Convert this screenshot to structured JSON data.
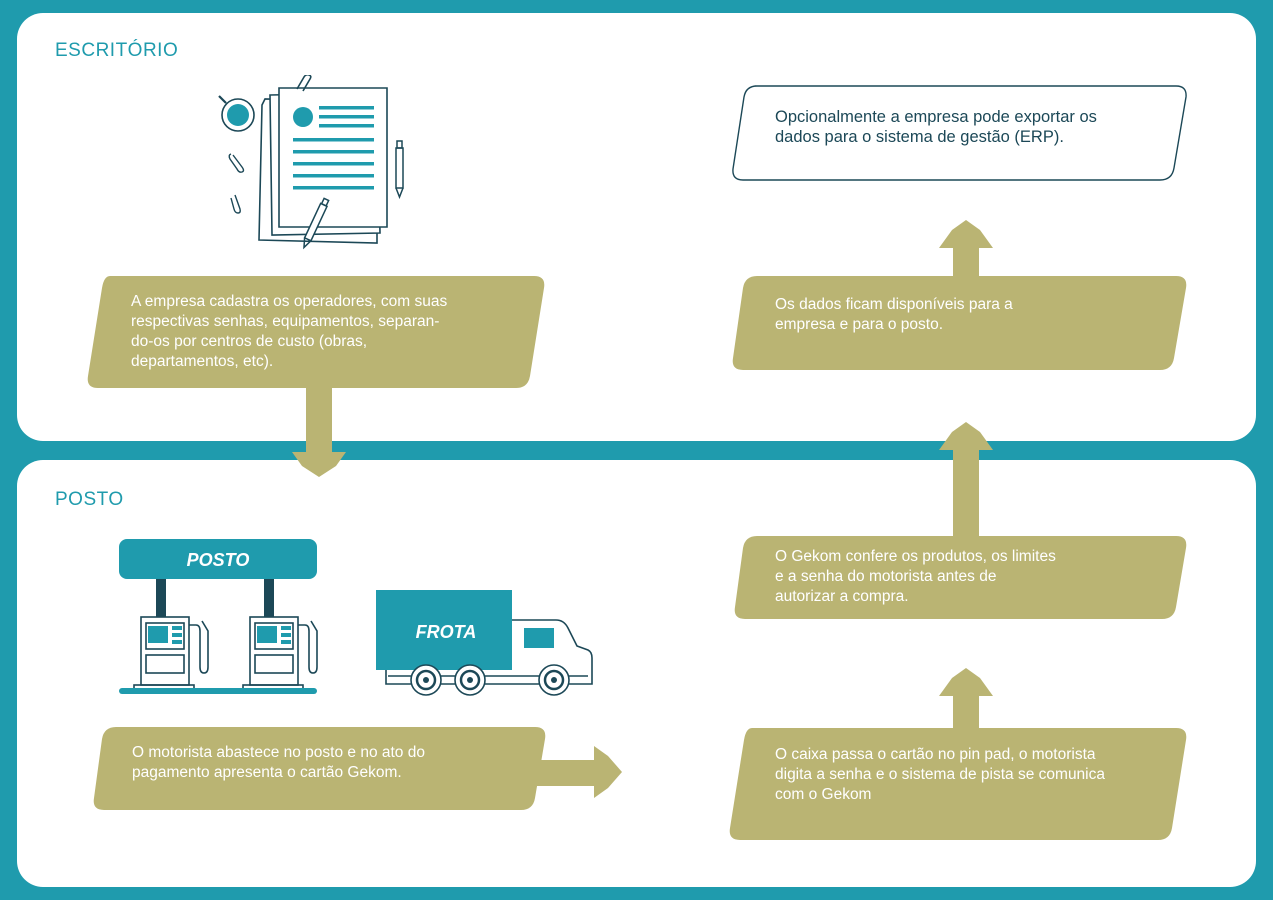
{
  "sections": {
    "office_title": "ESCRITÓRIO",
    "station_title": "POSTO"
  },
  "steps": {
    "register": "A empresa cadastra os operadores, com suas\nrespectivas senhas, equipamentos, separan-\ndo-os por centros de custo (obras,\ndepartamentos, etc).",
    "refuel": "O motorista abastece no posto e no ato do\npagamento apresenta o cartão Gekom.",
    "pinpad": "O caixa passa o cartão no pin pad, o motorista\ndigita a senha e o sistema de pista se comunica\ncom o Gekom",
    "verify": "O Gekom confere os produtos, os limites\ne a senha do motorista antes de\nautorizar a compra.",
    "available": "Os dados ficam disponíveis para a\nempresa e para o posto.",
    "export": "Opcionalmente a empresa pode exportar os\ndados para o sistema de gestão (ERP)."
  },
  "illustrations": {
    "station_sign": "POSTO",
    "truck_label": "FROTA"
  },
  "colors": {
    "teal": "#1f9bad",
    "olive": "#bab473",
    "navy": "#1c4857",
    "white": "#ffffff"
  }
}
